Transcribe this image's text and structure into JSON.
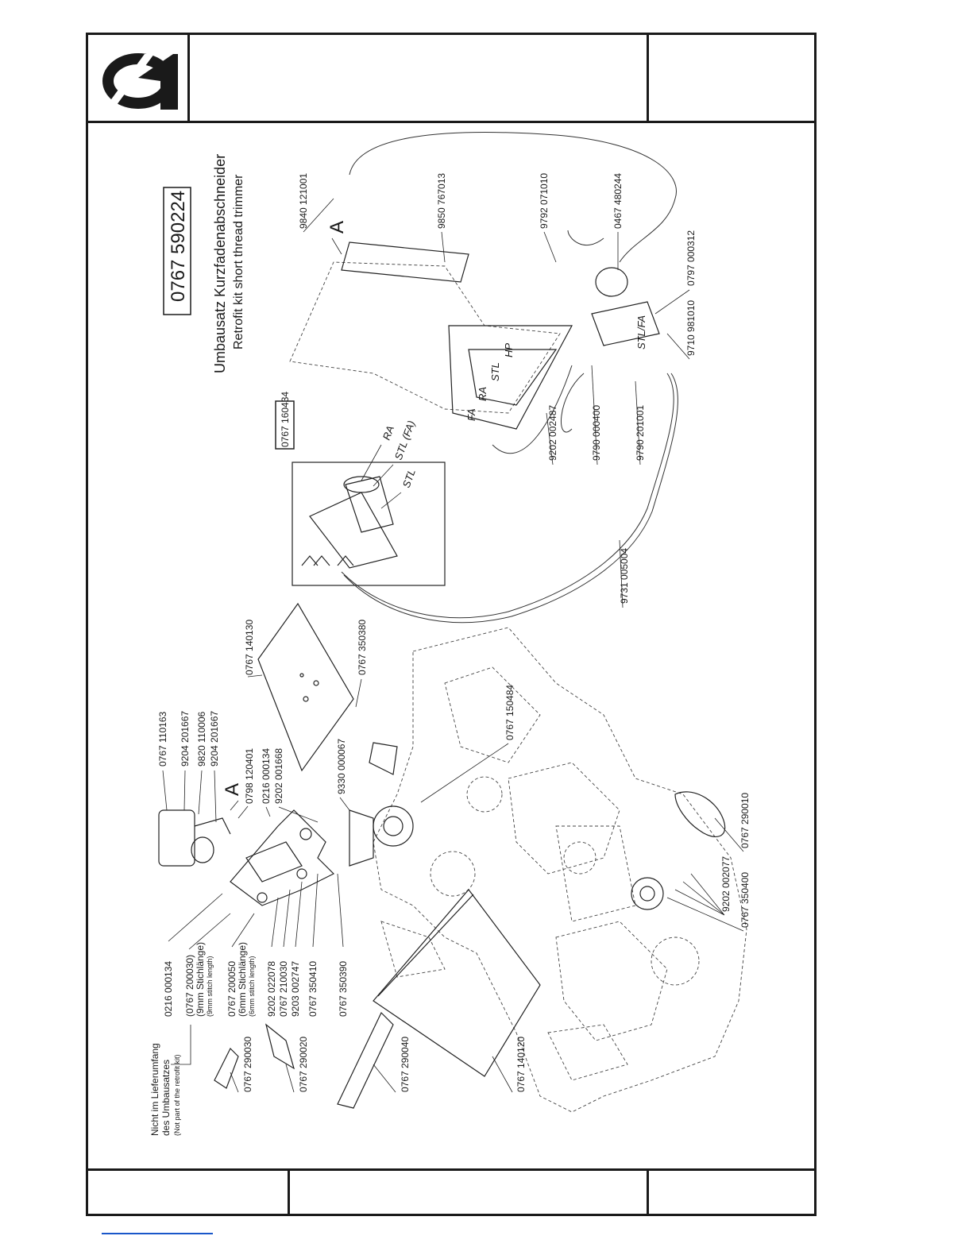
{
  "title": {
    "kit_number": "0767 590224",
    "title_de": "Umbausatz Kurzfadenabschneider",
    "title_en": "Retrofit kit short thread trimmer"
  },
  "note": {
    "line1": "Nicht im Lieferumfang",
    "line2": "des Umbausatzes",
    "line3": "(Not part of the retrofit kit)"
  },
  "detail": {
    "box_label": "0767 160434",
    "ports": [
      "RA",
      "STL (FA)",
      "STL"
    ]
  },
  "view_markers": [
    "A",
    "A"
  ],
  "valve_marks": [
    "STL/FA",
    "STL",
    "RA",
    "FA",
    "HP"
  ],
  "parts": {
    "p0216_000134_a": "0216 000134",
    "p0767_200030": "(0767 200030)",
    "p0767_200030_de": "(9mm Stichlänge)",
    "p0767_200030_en": "(9mm stitch length)",
    "p0767_200050": "0767 200050",
    "p0767_200050_de": "(6mm Stichlänge)",
    "p0767_200050_en": "(6mm stitch length)",
    "p9202_022078": "9202 022078",
    "p0767_210030": "0767 210030",
    "p9203_002747": "9203 002747",
    "p0767_350410": "0767 350410",
    "p0767_350390": "0767 350390",
    "p0767_290030": "0767 290030",
    "p0767_290020": "0767 290020",
    "p0767_290040": "0767 290040",
    "p0767_140120": "0767 140120",
    "p0767_110163": "0767 110163",
    "p9204_201667_a": "9204 201667",
    "p9820_110006": "9820 110006",
    "p9204_201667_b": "9204 201667",
    "p0798_120401": "0798 120401",
    "p0216_000134_b": "0216 000134",
    "p9202_001668": "9202 001668",
    "p9330_000067": "9330 000067",
    "p0767_140130": "0767 140130",
    "p0767_350380": "0767 350380",
    "p0767_150484": "0767 150484",
    "p0767_290010": "0767 290010",
    "p9202_002077": "9202 002077",
    "p0767_350400": "0767 350400",
    "p9731_005004": "9731 005004",
    "p9202_002487": "9202 002487",
    "p9790_000400": "9790 000400",
    "p9790_201001": "9790 201001",
    "p9840_121001": "9840 121001",
    "p9850_767013": "9850 767013",
    "p9792_071010": "9792 071010",
    "p0467_480244": "0467 480244",
    "p0797_000312": "0797 000312",
    "p9710_981010": "9710 981010"
  }
}
